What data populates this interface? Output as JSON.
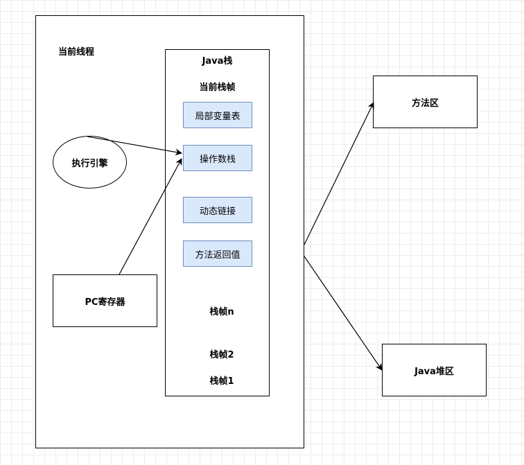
{
  "thread": {
    "title": "当前线程"
  },
  "java_stack": {
    "title": "Java栈",
    "current_frame": "当前栈帧",
    "frame_items": [
      "局部变量表",
      "操作数栈",
      "动态链接",
      "方法返回值"
    ],
    "other_frames": [
      "栈帧n",
      "栈帧2",
      "栈帧1"
    ]
  },
  "execution_engine": {
    "label": "执行引擎"
  },
  "pc_register": {
    "label": "PC寄存器"
  },
  "method_area": {
    "label": "方法区"
  },
  "java_heap": {
    "label": "Java堆区"
  },
  "colors": {
    "frame_item_fill": "#dae8fc",
    "frame_item_stroke": "#6c8ebf"
  }
}
